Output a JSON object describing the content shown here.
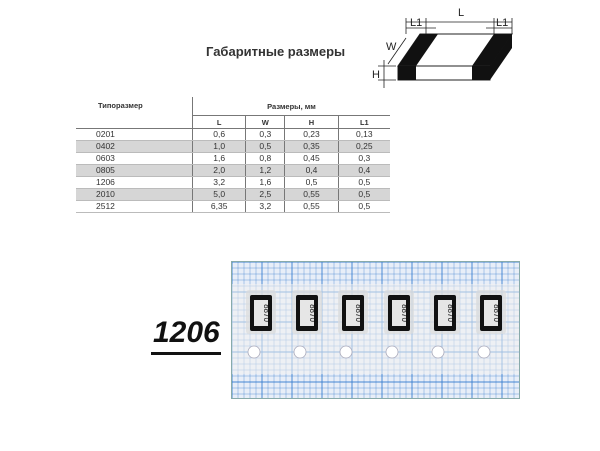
{
  "title": "Габаритные размеры",
  "drawing": {
    "label_L": "L",
    "label_L1": "L1",
    "label_W": "W",
    "label_H": "H"
  },
  "table": {
    "type_header": "Типоразмер",
    "dims_header": "Размеры, мм",
    "sub_headers": [
      "L",
      "W",
      "H",
      "L1"
    ],
    "rows": [
      {
        "type": "0201",
        "L": "0,6",
        "W": "0,3",
        "H": "0,23",
        "L1": "0,13",
        "shaded": false
      },
      {
        "type": "0402",
        "L": "1,0",
        "W": "0,5",
        "H": "0,35",
        "L1": "0,25",
        "shaded": true
      },
      {
        "type": "0603",
        "L": "1,6",
        "W": "0,8",
        "H": "0,45",
        "L1": "0,3",
        "shaded": false
      },
      {
        "type": "0805",
        "L": "2,0",
        "W": "1,2",
        "H": "0,4",
        "L1": "0,4",
        "shaded": true
      },
      {
        "type": "1206",
        "L": "3,2",
        "W": "1,6",
        "H": "0,5",
        "L1": "0,5",
        "shaded": false
      },
      {
        "type": "2010",
        "L": "5,0",
        "W": "2,5",
        "H": "0,55",
        "L1": "0,5",
        "shaded": true
      },
      {
        "type": "2512",
        "L": "6,35",
        "W": "3,2",
        "H": "0,55",
        "L1": "0,5",
        "shaded": false
      }
    ]
  },
  "size_label": "1206",
  "photo": {
    "chip_marking": "8870",
    "chip_count": 6,
    "colors": {
      "tape": "#e8eef8",
      "grid": "#3a7fd0",
      "chip_body": "#111111",
      "chip_face": "#e6e6e6",
      "hole": "#ffffff"
    }
  }
}
